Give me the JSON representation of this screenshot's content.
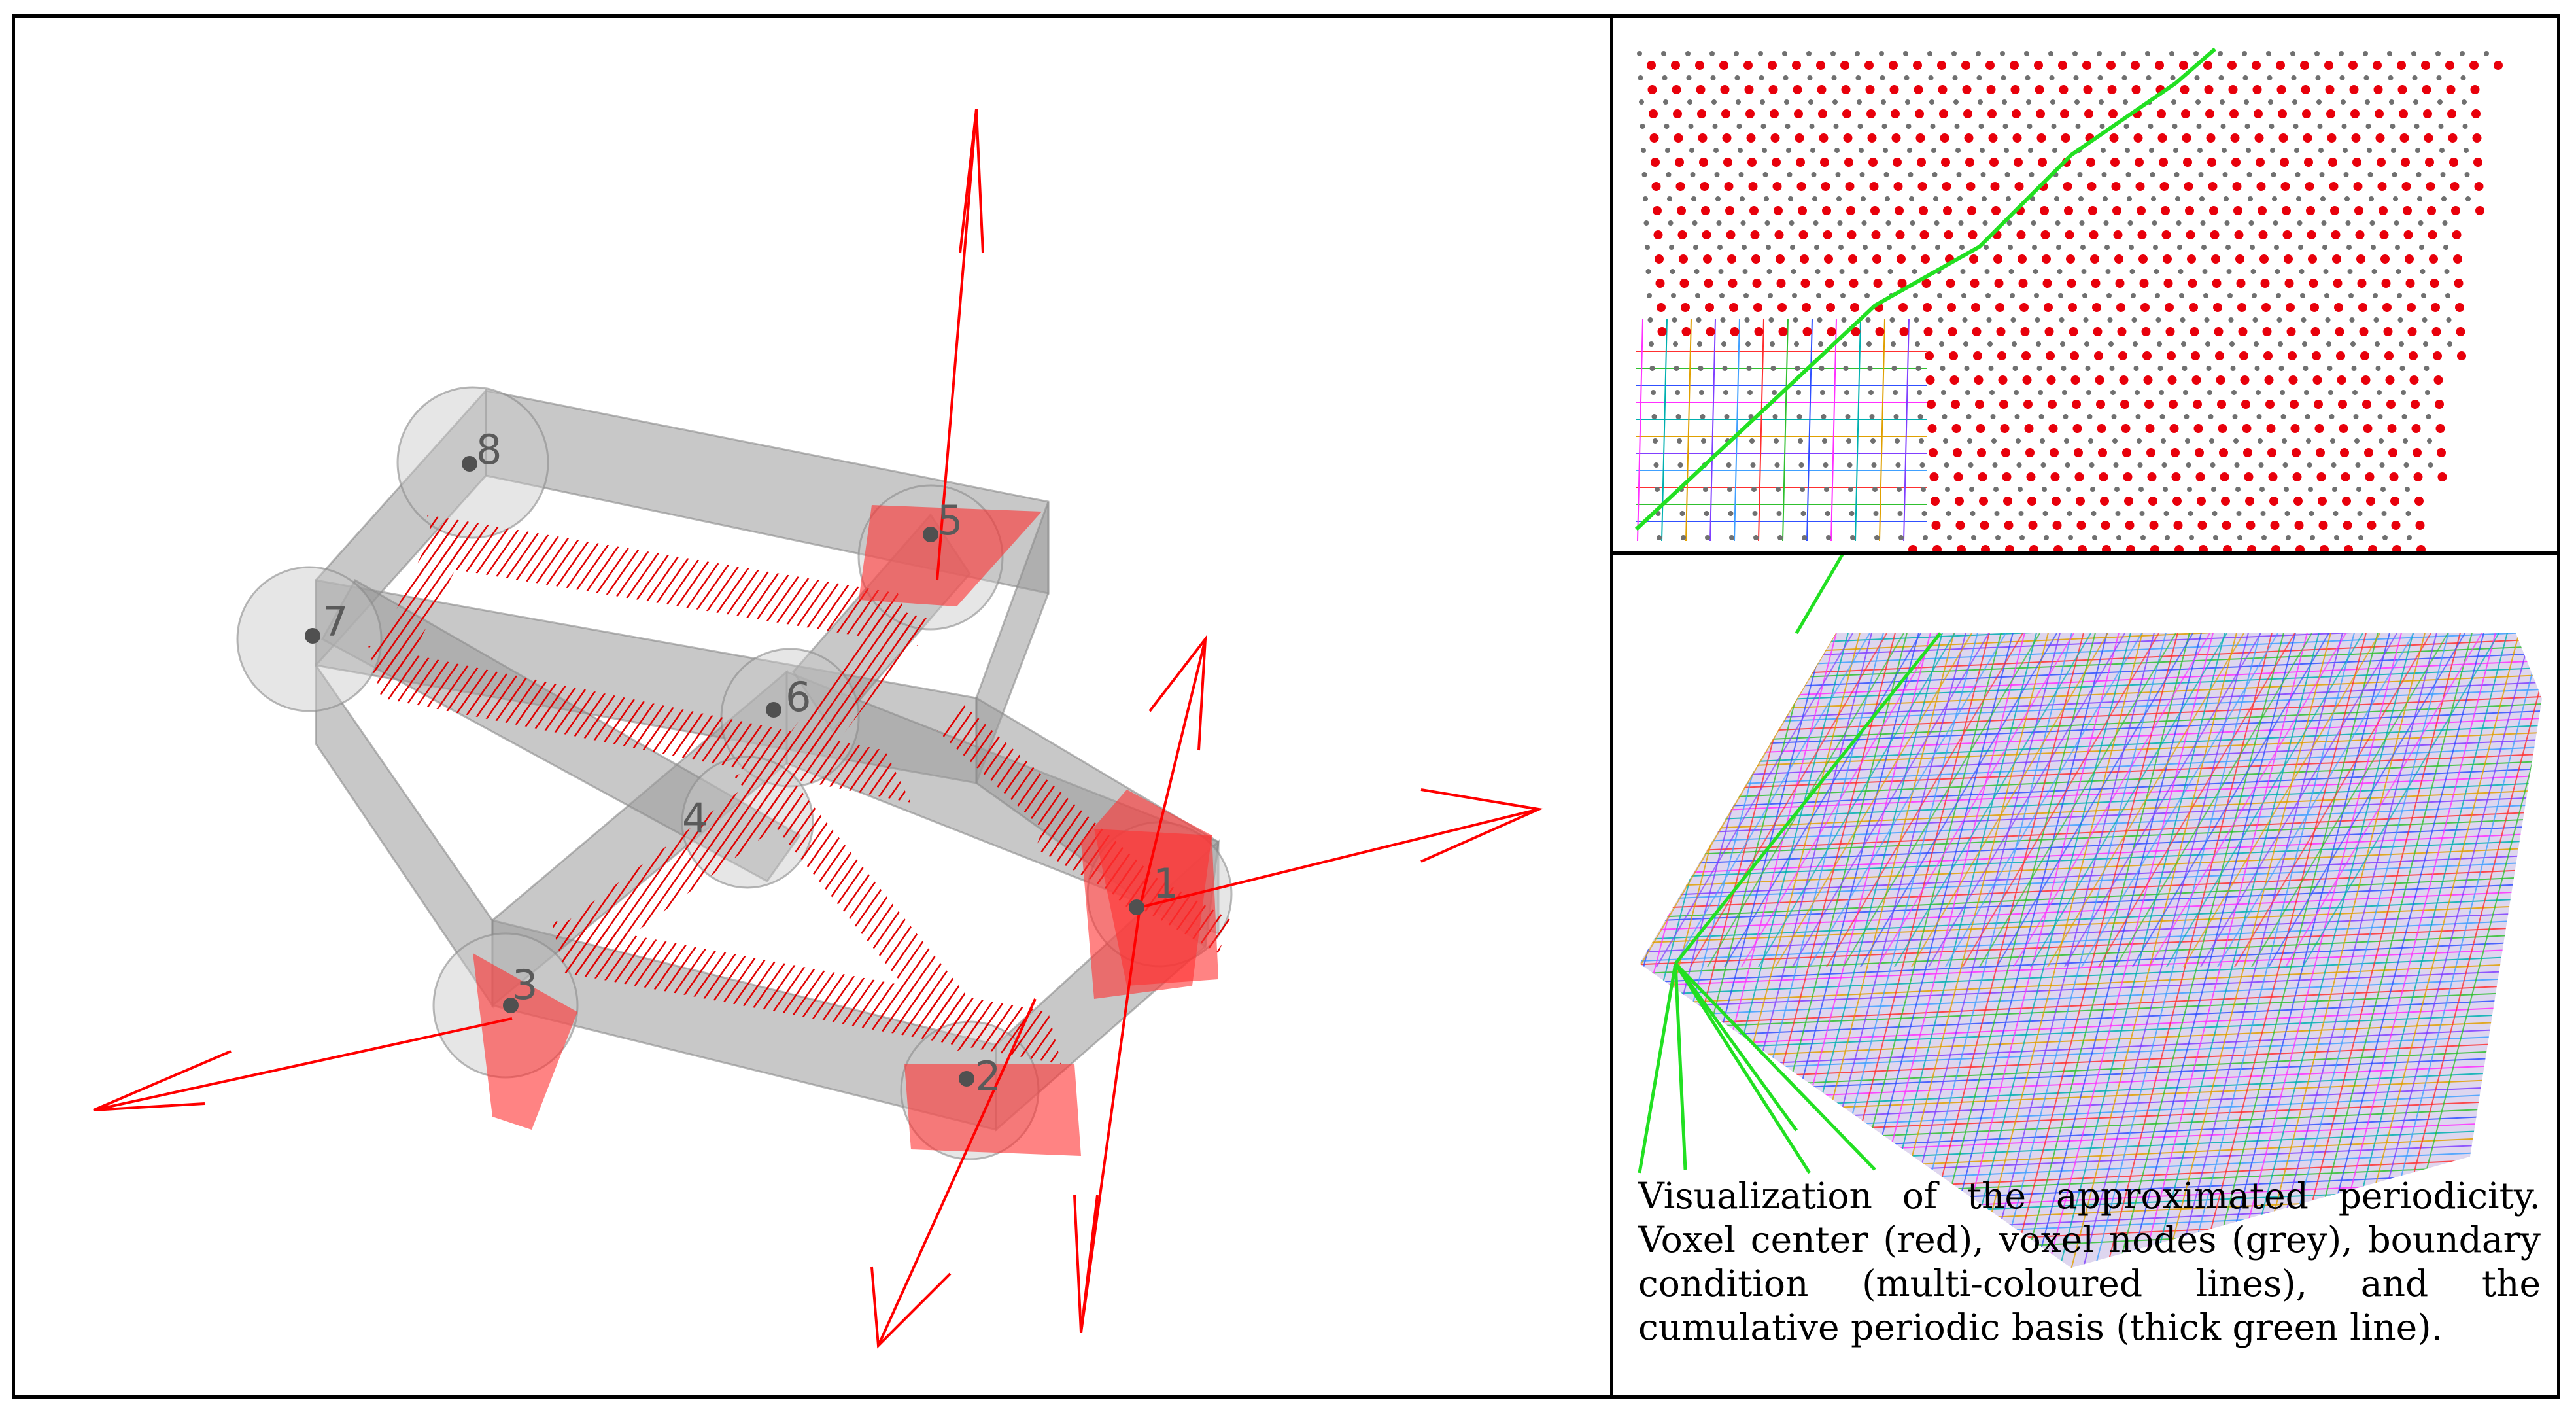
{
  "figure": {
    "caption": "Visualization of the approximated periodicity. Voxel center (red), voxel nodes (grey), boundary condition (multi-coloured lines), and the cumulative periodic basis (thick green line).",
    "node_labels": [
      "1",
      "2",
      "3",
      "4",
      "5",
      "6",
      "7",
      "8"
    ]
  },
  "colors": {
    "frame": "#000000",
    "strut": "#9a9a9a",
    "arrow": "#ff0000",
    "hatch": "#e00000",
    "voxel_center": "#e8000b",
    "voxel_node": "#707070",
    "periodic_basis": "#22e022"
  }
}
